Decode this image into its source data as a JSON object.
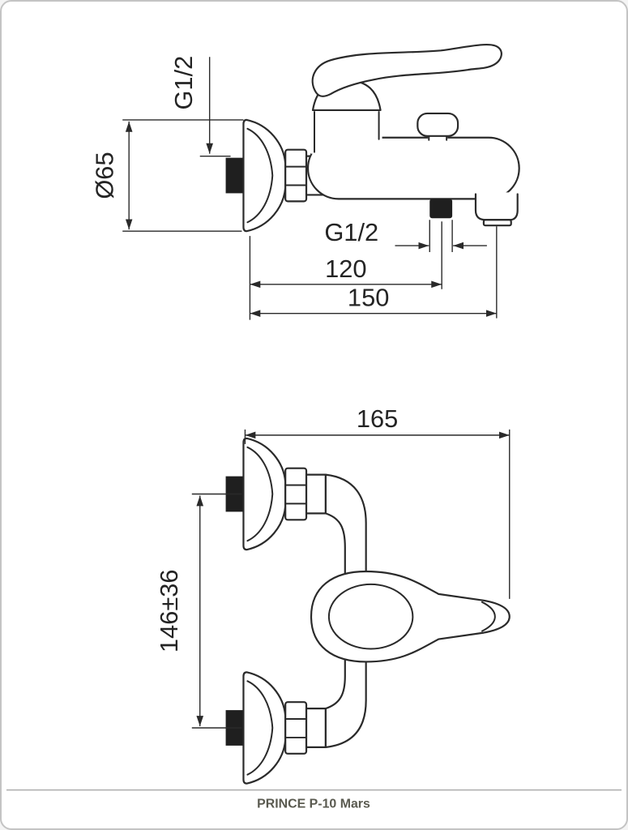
{
  "drawing": {
    "side_view": {
      "inlet_thread": "G1/2",
      "flange_diameter": "Ø65",
      "shower_thread": "G1/2",
      "shower_offset": "120",
      "spout_offset": "150"
    },
    "front_view": {
      "depth": "165",
      "center_distance": "146±36"
    }
  },
  "footer": {
    "title": "PRINCE P-10 Mars"
  }
}
